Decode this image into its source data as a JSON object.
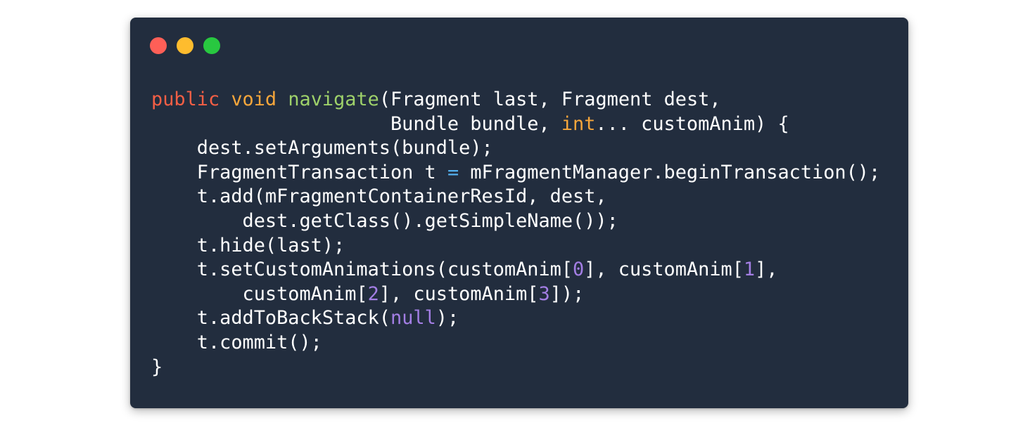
{
  "window": {
    "controls": [
      {
        "name": "close-dot",
        "color": "#fe5f57"
      },
      {
        "name": "minimize-dot",
        "color": "#febc2e"
      },
      {
        "name": "maximize-dot",
        "color": "#28c840"
      }
    ]
  },
  "colors": {
    "background": "#222d3e",
    "plain": "#ffffff",
    "keyword": "#f55f45",
    "type": "#f6a63b",
    "function": "#9ed16a",
    "operator": "#54b0ee",
    "number": "#a37ee4"
  },
  "code": {
    "lines": [
      {
        "indent": "",
        "tokens": [
          {
            "text": "public",
            "kind": "keyword"
          },
          {
            "text": " ",
            "kind": "plain"
          },
          {
            "text": "void",
            "kind": "type"
          },
          {
            "text": " ",
            "kind": "plain"
          },
          {
            "text": "navigate",
            "kind": "function"
          },
          {
            "text": "(Fragment last, Fragment dest,",
            "kind": "plain"
          }
        ]
      },
      {
        "indent": "                     ",
        "tokens": [
          {
            "text": "Bundle bundle, ",
            "kind": "plain"
          },
          {
            "text": "int",
            "kind": "type"
          },
          {
            "text": "... customAnim) {",
            "kind": "plain"
          }
        ]
      },
      {
        "indent": "    ",
        "tokens": [
          {
            "text": "dest.setArguments(bundle);",
            "kind": "plain"
          }
        ]
      },
      {
        "indent": "    ",
        "tokens": [
          {
            "text": "FragmentTransaction t ",
            "kind": "plain"
          },
          {
            "text": "=",
            "kind": "operator"
          },
          {
            "text": " mFragmentManager.beginTransaction();",
            "kind": "plain"
          }
        ]
      },
      {
        "indent": "    ",
        "tokens": [
          {
            "text": "t.add(mFragmentContainerResId, dest,",
            "kind": "plain"
          }
        ]
      },
      {
        "indent": "        ",
        "tokens": [
          {
            "text": "dest.getClass().getSimpleName());",
            "kind": "plain"
          }
        ]
      },
      {
        "indent": "    ",
        "tokens": [
          {
            "text": "t.hide(last);",
            "kind": "plain"
          }
        ]
      },
      {
        "indent": "    ",
        "tokens": [
          {
            "text": "t.setCustomAnimations(customAnim[",
            "kind": "plain"
          },
          {
            "text": "0",
            "kind": "number"
          },
          {
            "text": "], customAnim[",
            "kind": "plain"
          },
          {
            "text": "1",
            "kind": "number"
          },
          {
            "text": "],",
            "kind": "plain"
          }
        ]
      },
      {
        "indent": "        ",
        "tokens": [
          {
            "text": "customAnim[",
            "kind": "plain"
          },
          {
            "text": "2",
            "kind": "number"
          },
          {
            "text": "], customAnim[",
            "kind": "plain"
          },
          {
            "text": "3",
            "kind": "number"
          },
          {
            "text": "]);",
            "kind": "plain"
          }
        ]
      },
      {
        "indent": "    ",
        "tokens": [
          {
            "text": "t.addToBackStack(",
            "kind": "plain"
          },
          {
            "text": "null",
            "kind": "number"
          },
          {
            "text": ");",
            "kind": "plain"
          }
        ]
      },
      {
        "indent": "    ",
        "tokens": [
          {
            "text": "t.commit();",
            "kind": "plain"
          }
        ]
      },
      {
        "indent": "",
        "tokens": [
          {
            "text": "}",
            "kind": "plain"
          }
        ]
      }
    ]
  }
}
